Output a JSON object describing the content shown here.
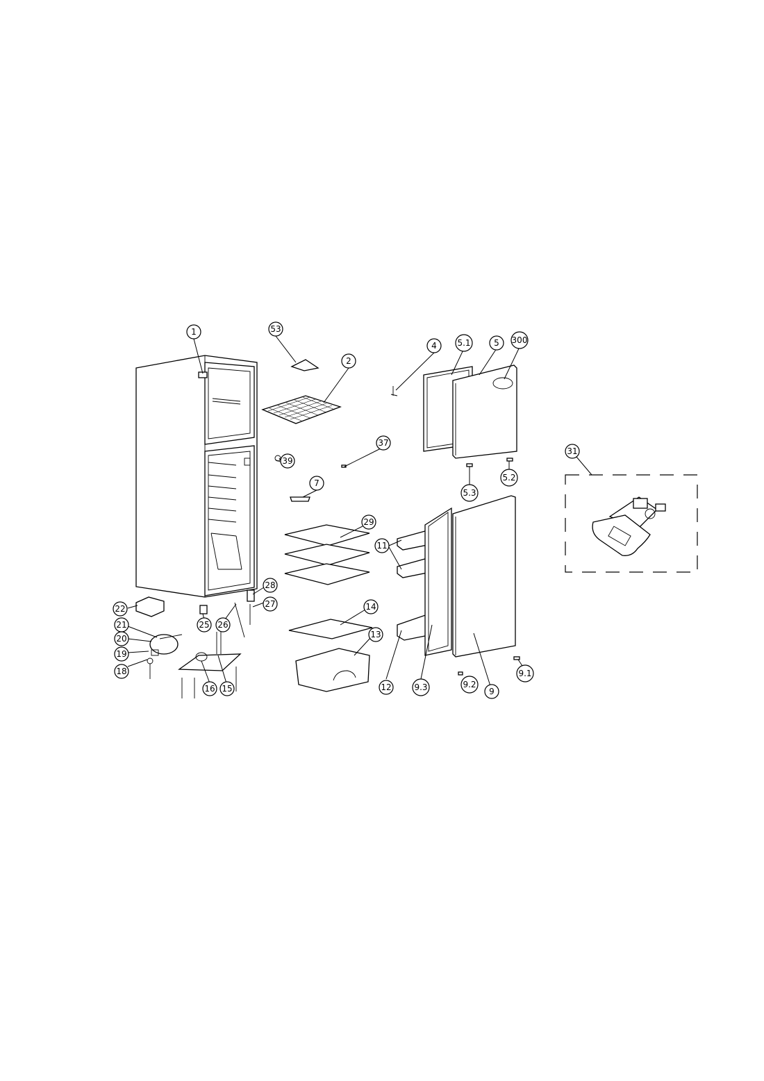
{
  "callouts": [
    {
      "id": "c1",
      "label": "1"
    },
    {
      "id": "c53",
      "label": "53"
    },
    {
      "id": "c2",
      "label": "2"
    },
    {
      "id": "c4",
      "label": "4"
    },
    {
      "id": "c51",
      "label": "5.1"
    },
    {
      "id": "c5",
      "label": "5"
    },
    {
      "id": "c300",
      "label": "300"
    },
    {
      "id": "c39",
      "label": "39"
    },
    {
      "id": "c37",
      "label": "37"
    },
    {
      "id": "c7",
      "label": "7"
    },
    {
      "id": "c53b",
      "label": "5.3"
    },
    {
      "id": "c52",
      "label": "5.2"
    },
    {
      "id": "c31",
      "label": "31"
    },
    {
      "id": "c29",
      "label": "29"
    },
    {
      "id": "c11",
      "label": "11"
    },
    {
      "id": "c28",
      "label": "28"
    },
    {
      "id": "c27",
      "label": "27"
    },
    {
      "id": "c26",
      "label": "26"
    },
    {
      "id": "c25",
      "label": "25"
    },
    {
      "id": "c22",
      "label": "22"
    },
    {
      "id": "c21",
      "label": "21"
    },
    {
      "id": "c20",
      "label": "20"
    },
    {
      "id": "c19",
      "label": "19"
    },
    {
      "id": "c18",
      "label": "18"
    },
    {
      "id": "c16",
      "label": "16"
    },
    {
      "id": "c15",
      "label": "15"
    },
    {
      "id": "c14",
      "label": "14"
    },
    {
      "id": "c13",
      "label": "13"
    },
    {
      "id": "c12",
      "label": "12"
    },
    {
      "id": "c93",
      "label": "9.3"
    },
    {
      "id": "c92",
      "label": "9.2"
    },
    {
      "id": "c9",
      "label": "9"
    },
    {
      "id": "c91",
      "label": "9.1"
    }
  ]
}
